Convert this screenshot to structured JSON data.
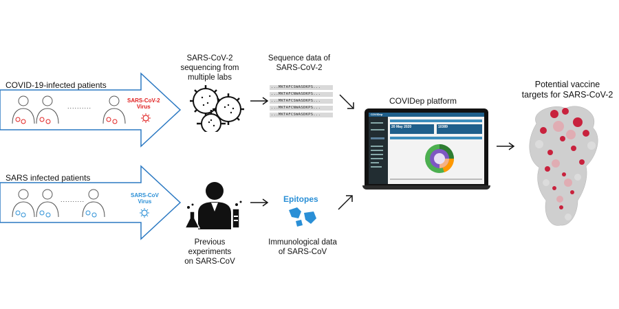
{
  "row1": {
    "patients_label": "COVID-19-infected patients",
    "virus_label_line1": "SARS-CoV-2",
    "virus_label_line2": "Virus",
    "dots": ".......... "
  },
  "row2": {
    "patients_label": "SARS infected patients",
    "virus_label_line1": "SARS-CoV",
    "virus_label_line2": "Virus",
    "dots": ".......... "
  },
  "sequencing": {
    "line1": "SARS-CoV-2",
    "line2": "sequencing from",
    "line3": "multiple labs"
  },
  "sequence_data": {
    "line1": "Sequence data of",
    "line2": "SARS-CoV-2",
    "rows": [
      "...MKTAFCSWASDKPS...",
      "...MKTAFCNWASDKPS...",
      "...MKTAFCSWASDKPS...",
      "...MKTAFCNWASDKPS...",
      "...MKTAFCSWASDKPS..."
    ]
  },
  "experiments": {
    "line1": "Previous experiments",
    "line2": "on SARS-CoV"
  },
  "immuno": {
    "epitopes": "Epitopes",
    "line1": "Immunological data",
    "line2": "of SARS-CoV"
  },
  "platform": {
    "title": "COVIDep platform",
    "app_name": "COVIDep",
    "date": "20 May 2020",
    "count": "10389"
  },
  "targets": {
    "line1": "Potential vaccine",
    "line2": "targets for SARS-CoV-2"
  },
  "colors": {
    "arrow_stroke": "#2a78c2",
    "covid_red": "#e02020",
    "sars_blue": "#2a8fd6",
    "protein_red": "#c8102e"
  }
}
